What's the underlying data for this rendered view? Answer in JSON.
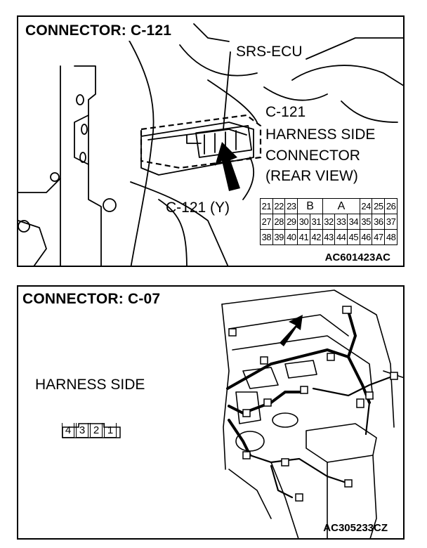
{
  "panel1": {
    "title": "CONNECTOR: C-121",
    "label_ecu": "SRS-ECU",
    "label_c121": "C-121",
    "label_harness": "HARNESS SIDE",
    "label_connector": "CONNECTOR",
    "label_view": "(REAR VIEW)",
    "label_c121y": "C-121 (Y)",
    "pins_row1": [
      "21",
      "22",
      "23",
      "B",
      "A",
      "24",
      "25",
      "26"
    ],
    "pins_row2": [
      "27",
      "28",
      "29",
      "30",
      "31",
      "32",
      "33",
      "34",
      "35",
      "36",
      "37"
    ],
    "pins_row3": [
      "38",
      "39",
      "40",
      "41",
      "42",
      "43",
      "44",
      "45",
      "46",
      "47",
      "48"
    ],
    "code": "AC601423AC"
  },
  "panel2": {
    "title": "CONNECTOR: C-07",
    "label_harness": "HARNESS SIDE",
    "pins": [
      "4",
      "3",
      "2",
      "1"
    ],
    "code": "AC305233CZ"
  }
}
